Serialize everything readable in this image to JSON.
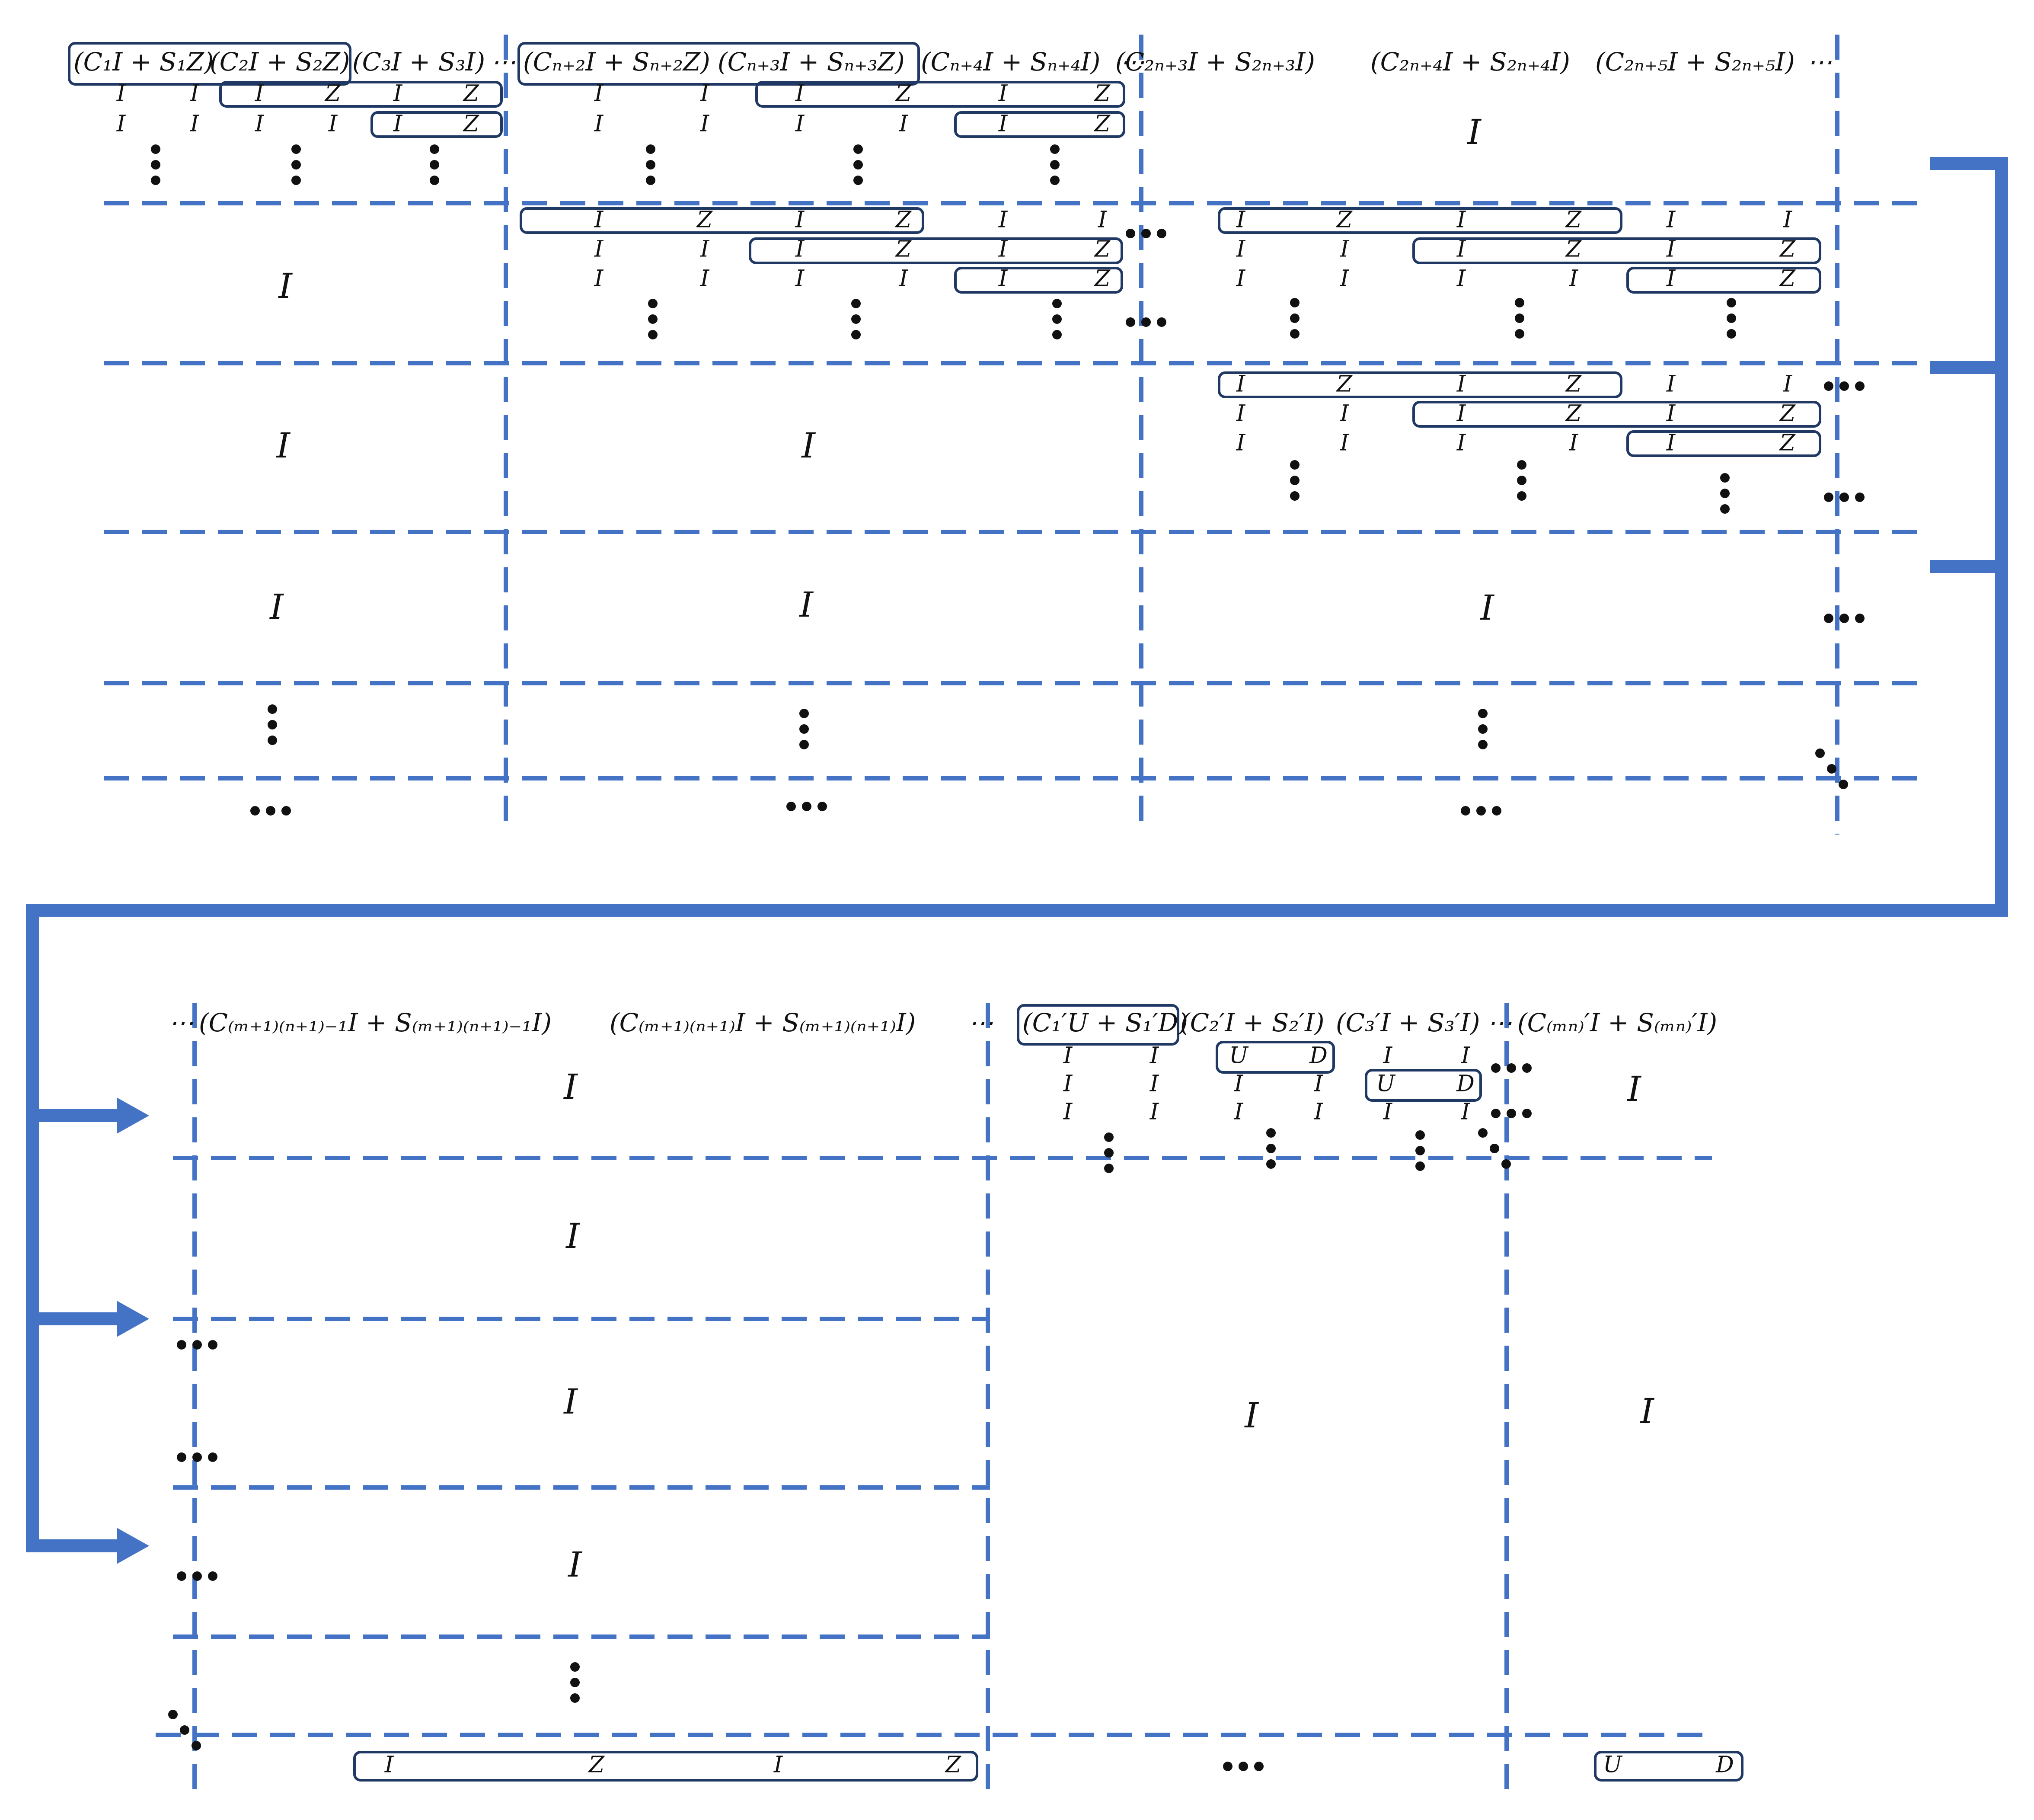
{
  "colors": {
    "grid": "#4472c4",
    "ink": "#111111",
    "box": "#1f3864",
    "background": "#ffffff"
  },
  "top_header": {
    "g1": "(C₁I + S₁Z)",
    "g2": "(C₂I + S₂Z)",
    "g3": "(C₃I + S₃I)",
    "d1": "⋯",
    "g4": "(Cₙ₊₂I + Sₙ₊₂Z)",
    "g5": "(Cₙ₊₃I + Sₙ₊₃Z)",
    "g6": "(Cₙ₊₄I + Sₙ₊₄I)",
    "d2": "⋯",
    "g7": "(C₂ₙ₊₃I + S₂ₙ₊₃I)",
    "g8": "(C₂ₙ₊₄I + S₂ₙ₊₄I)",
    "g9": "(C₂ₙ₊₅I + S₂ₙ₊₅I)",
    "d3": "⋯"
  },
  "bottom_header": {
    "d0": "⋯",
    "g1": "(C₍ₘ₊₁₎₍ₙ₊₁₎₋₁I + S₍ₘ₊₁₎₍ₙ₊₁₎₋₁I)",
    "g2": "(C₍ₘ₊₁₎₍ₙ₊₁₎I + S₍ₘ₊₁₎₍ₙ₊₁₎I)",
    "d1": "⋯",
    "g3": "(C₁′U + S₁′D)",
    "g4": "(C₂′I + S₂′I)",
    "g5": "(C₃′I + S₃′I)",
    "d2": "⋯",
    "g6": "(C₍ₘₙ₎′I + S₍ₘₙ₎′I)"
  },
  "symbols": {
    "identity": "I",
    "pauli_z": "Z",
    "up": "U",
    "down": "D"
  }
}
